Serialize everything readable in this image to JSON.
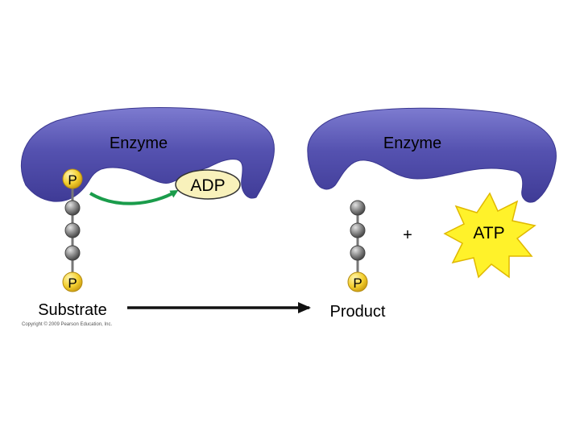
{
  "labels": {
    "enzyme_left": "Enzyme",
    "enzyme_right": "Enzyme",
    "phosphate_top_left": "P",
    "phosphate_bottom_left": "P",
    "phosphate_bottom_right": "P",
    "adp": "ADP",
    "atp": "ATP",
    "plus": "+",
    "substrate": "Substrate",
    "product": "Product",
    "copyright": "Copyright © 2009 Pearson Education, Inc."
  },
  "colors": {
    "enzyme": "#4e4aa6",
    "phosphate": "#f3cf2f",
    "bead": "#8a8a8a",
    "adp_fill": "#f8f1bb",
    "atp_fill": "#fff22a",
    "green_arrow": "#1a9c4b",
    "black_arrow": "#111111"
  }
}
